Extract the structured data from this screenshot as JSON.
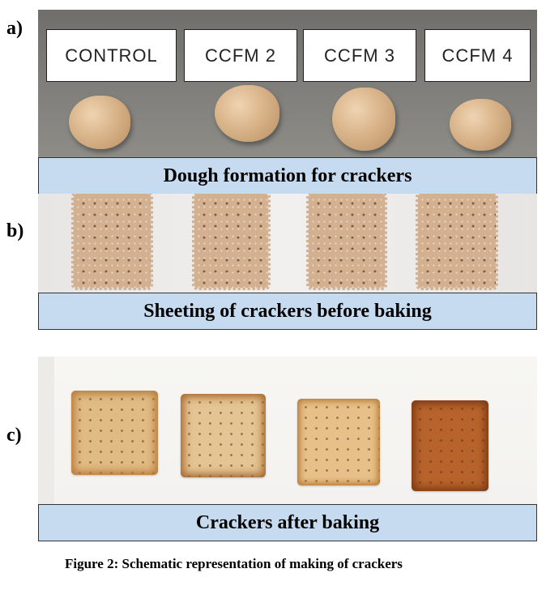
{
  "panels": {
    "a": {
      "letter": "a)",
      "caption": "Dough formation for crackers",
      "labels": [
        "CONTROL",
        "CCFM 2",
        "CCFM 3",
        "CCFM 4"
      ]
    },
    "b": {
      "letter": "b)",
      "caption": "Sheeting of crackers before baking"
    },
    "c": {
      "letter": "c)",
      "caption": "Crackers after baking"
    }
  },
  "figure_caption": "Figure 2: Schematic representation of making of crackers",
  "colors": {
    "caption_bar": "#c6dbef",
    "dough": "#d9b48a",
    "raw_cracker": "#d3b08f",
    "baked_light": "#e0bb83",
    "baked_dark": "#b8632c"
  }
}
